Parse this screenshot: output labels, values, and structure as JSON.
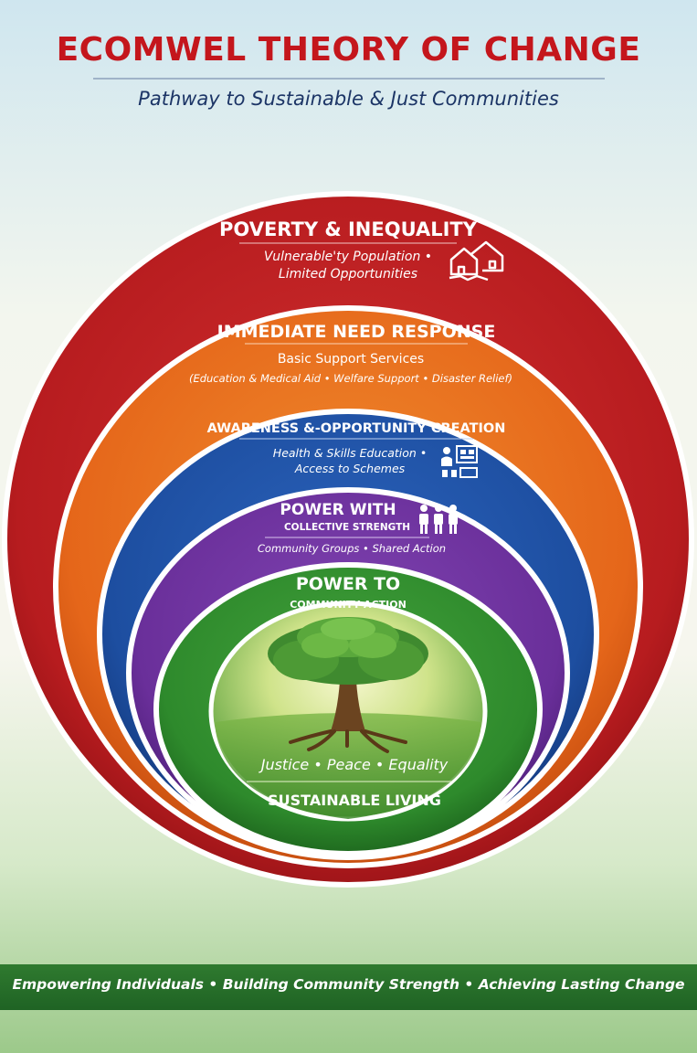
{
  "title": "ECOMWEL THEORY OF CHANGE",
  "subtitle": "Pathway to Sustainable & Just Communities",
  "colors": {
    "poverty": "#b71c1f",
    "immediate": "#e5661a",
    "awareness": "#1d4ea0",
    "power_with": "#6a2f9a",
    "power_to": "#2e8a2c",
    "title_red": "#c4161c",
    "subtitle_navy": "#1c3566"
  },
  "layers": {
    "poverty": {
      "title": "POVERTY & INEQUALITY",
      "line1": "Vulnerable'ty Population •",
      "line2": "Limited Opportunities",
      "icon": "houses-icon"
    },
    "immediate": {
      "title": "IMMEDIATE NEED RESPONSE",
      "line1": "Basic Support Services",
      "line2": "(Education & Medical Aid • Welfare Support • Disaster Relief)"
    },
    "awareness": {
      "title": "AWARENESS &-OPPORTUNITY CREATION",
      "line1": "Health & Skills Education •",
      "line2": "Access to Schemes",
      "icon": "education-icon"
    },
    "power_with": {
      "title": "POWER WITH",
      "subtitle": "COLLECTIVE STRENGTH",
      "line1": "Community Groups • Shared Action",
      "icon": "people-group-icon"
    },
    "power_to": {
      "title": "POWER TO",
      "subtitle": "COMMUNITY ACTION"
    },
    "core": {
      "values": "Justice • Peace • Equality",
      "label": "SUSTAINABLE LIVING",
      "icon": "tree-icon"
    }
  },
  "footer": "Empowering Individuals • Building Community Strength • Achieving Lasting Change"
}
